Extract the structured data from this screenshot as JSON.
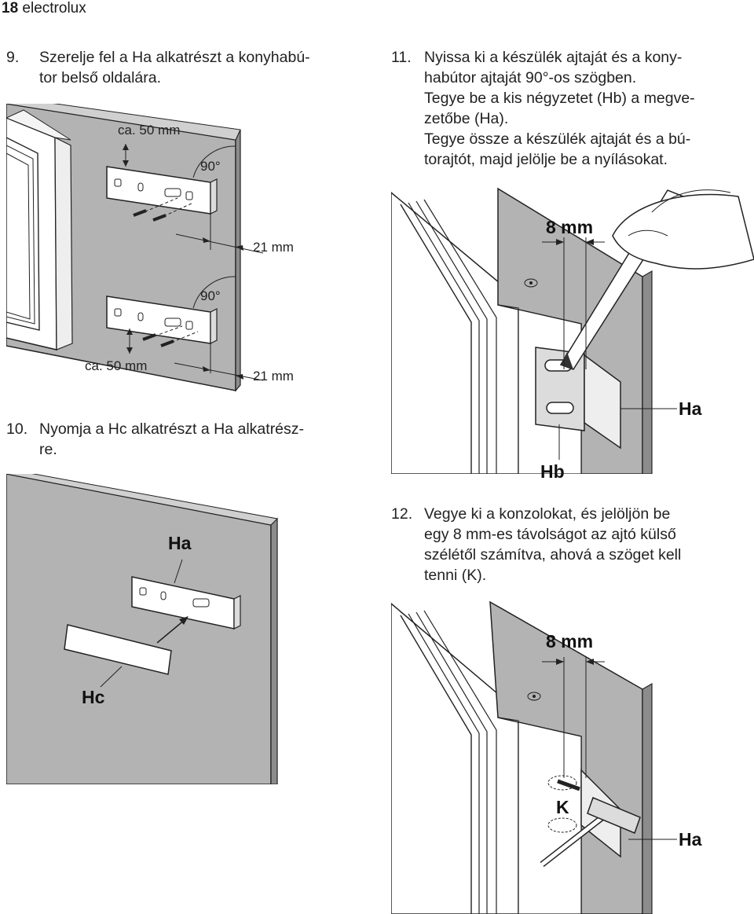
{
  "page": {
    "number": "18",
    "brand": "electrolux"
  },
  "steps": {
    "s9": {
      "num": "9.",
      "lines": [
        "Szerelje fel a Ha alkatrészt a konyhabú-",
        "tor belső oldalára."
      ]
    },
    "s10": {
      "num": "10.",
      "lines": [
        "Nyomja a Hc alkatrészt a Ha alkatrész-",
        "re."
      ]
    },
    "s11": {
      "num": "11.",
      "lines": [
        "Nyissa ki a készülék ajtaját és a kony-",
        "habútor ajtaját 90°-os szögben.",
        "Tegye be a kis négyzetet (Hb) a megve-",
        "zetőbe (Ha).",
        "Tegye össze a készülék ajtaját és a bú-",
        "torajtót, majd jelölje be a nyílásokat."
      ]
    },
    "s12": {
      "num": "12.",
      "lines": [
        "Vegye ki a konzolokat, és jelöljön be",
        "egy 8 mm-es távolságot az ajtó külső",
        "szélétől számítva, ahová a szöget kell",
        "tenni (K)."
      ]
    }
  },
  "figure1": {
    "dim_top": "ca. 50 mm",
    "dim_bottom": "ca. 50 mm",
    "angle_top": "90°",
    "angle_bottom": "90°",
    "offset_top": "21 mm",
    "offset_bottom": "21 mm"
  },
  "figure2": {
    "part_bracket": "Ha",
    "part_cover": "Hc"
  },
  "figure3": {
    "dim": "8 mm",
    "part_bracket": "Ha",
    "part_square": "Hb"
  },
  "figure4": {
    "dim": "8 mm",
    "part_nail": "K",
    "part_bracket": "Ha"
  }
}
